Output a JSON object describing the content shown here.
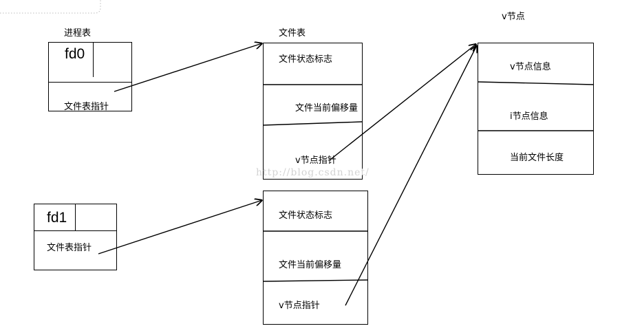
{
  "watermark": "http://blog.csdn.net/",
  "process_table": {
    "title": "进程表",
    "entries": [
      {
        "fd": "fd0",
        "pointer_label": "文件表指针"
      },
      {
        "fd": "fd1",
        "pointer_label": "文件表指针"
      }
    ]
  },
  "file_table": {
    "title": "文件表",
    "entries": [
      {
        "status_flags": "文件状态标志",
        "offset": "文件当前偏移量",
        "vnode_ptr": "v节点指针"
      },
      {
        "status_flags": "文件状态标志",
        "offset": "文件当前偏移量",
        "vnode_ptr": "v节点指针"
      }
    ]
  },
  "vnode": {
    "title": "v节点",
    "vnode_info": "v节点信息",
    "inode_info": "i节点信息",
    "file_length": "当前文件长度"
  }
}
